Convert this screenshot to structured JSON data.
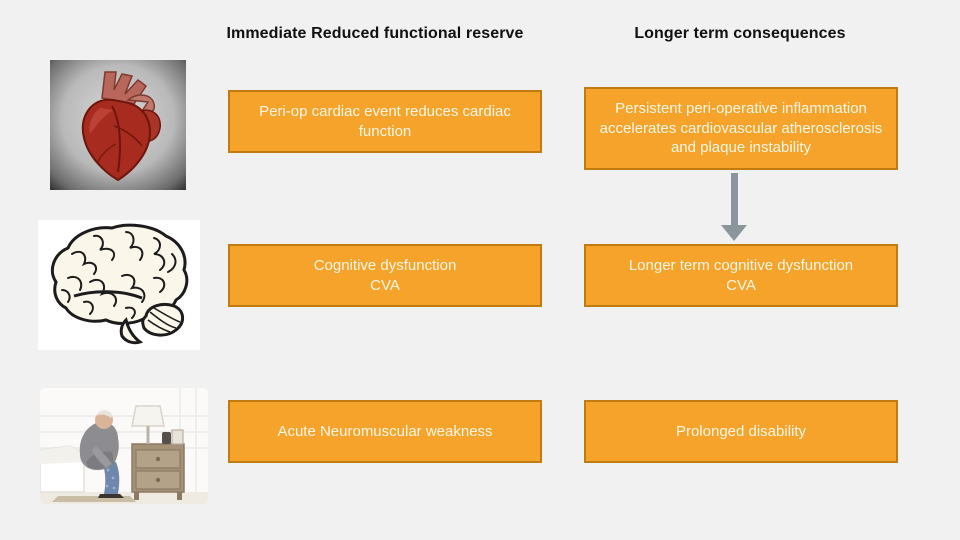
{
  "slide": {
    "background_color": "#f1f1f1",
    "box_fill_color": "#f5a32b",
    "box_border_color": "#c07c10",
    "box_text_color": "#fcf7e4",
    "arrow_color": "#8a959c",
    "header_text_color": "#111111"
  },
  "headers": {
    "left": "Immediate Reduced functional reserve",
    "right": "Longer term consequences"
  },
  "rows": [
    {
      "image": "anatomical-heart-photo",
      "immediate": "Peri-op cardiac event reduces cardiac function",
      "longer_term": "Persistent peri-operative inflammation accelerates cardiovascular atherosclerosis and plaque instability"
    },
    {
      "image": "brain-line-drawing",
      "immediate": "Cognitive dysfunction\nCVA",
      "longer_term": "Longer term cognitive dysfunction\nCVA"
    },
    {
      "image": "elderly-patient-sitting-on-bed-photo",
      "immediate": "Acute Neuromuscular weakness",
      "longer_term": "Prolonged disability"
    }
  ],
  "arrow": {
    "from": "longer-term-row-1",
    "to": "longer-term-row-2",
    "direction": "down"
  }
}
